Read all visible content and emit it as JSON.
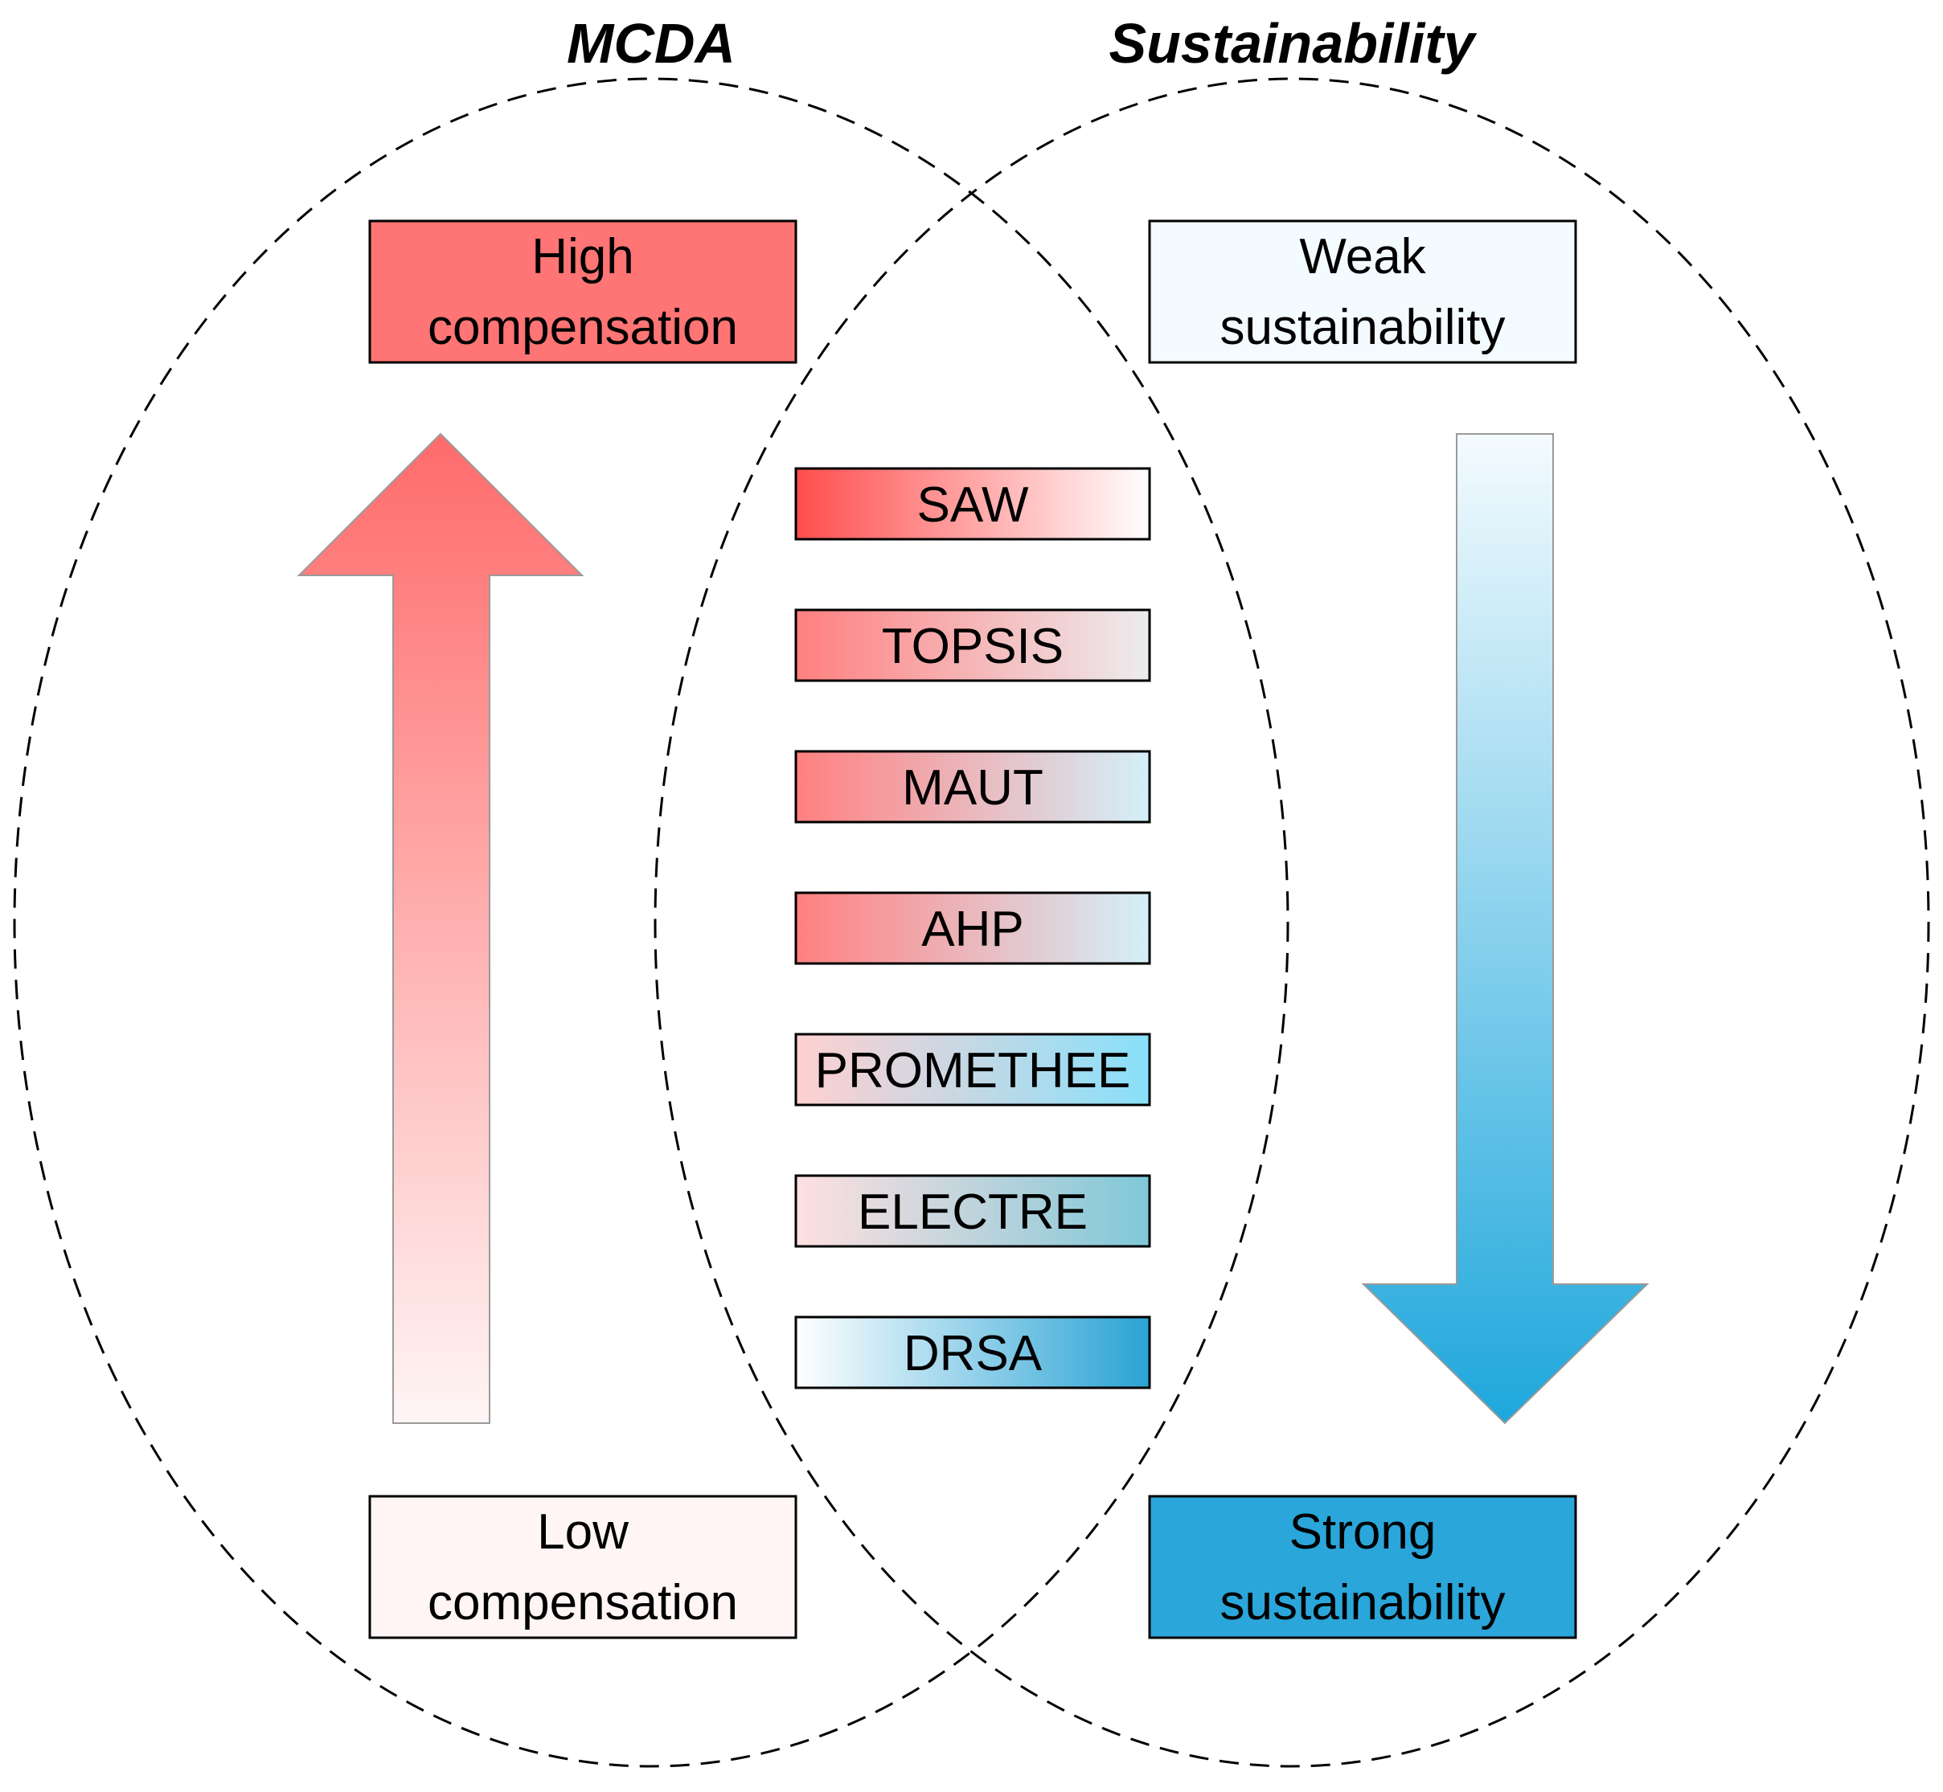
{
  "sets": {
    "left_title": "MCDA",
    "right_title": "Sustainability"
  },
  "mcda_scale": {
    "top_label_line1": "High",
    "top_label_line2": "compensation",
    "bottom_label_line1": "Low",
    "bottom_label_line2": "compensation",
    "arrow_direction": "up",
    "colors": {
      "strong": "#ff6b6b",
      "light": "#fff5f5"
    }
  },
  "sustainability_scale": {
    "top_label_line1": "Weak",
    "top_label_line2": "sustainability",
    "bottom_label_line1": "Strong",
    "bottom_label_line2": "sustainability",
    "arrow_direction": "down",
    "colors": {
      "light": "#f4fbfe",
      "strong": "#1ea7dc"
    }
  },
  "methods": [
    {
      "label": "SAW",
      "from": "#ff4d4d",
      "to": "#ffffff"
    },
    {
      "label": "TOPSIS",
      "from": "#ff7f7f",
      "to": "#ececef"
    },
    {
      "label": "MAUT",
      "from": "#ff8080",
      "to": "#d4f0fa"
    },
    {
      "label": "AHP",
      "from": "#ff8080",
      "to": "#d4f0fa"
    },
    {
      "label": "PROMETHEE",
      "from": "#ffd0d0",
      "to": "#88e0fa"
    },
    {
      "label": "ELECTRE",
      "from": "#ffe0e0",
      "to": "#7fc8d8"
    },
    {
      "label": "DRSA",
      "from": "#ffffff",
      "to": "#29a3d4"
    }
  ]
}
